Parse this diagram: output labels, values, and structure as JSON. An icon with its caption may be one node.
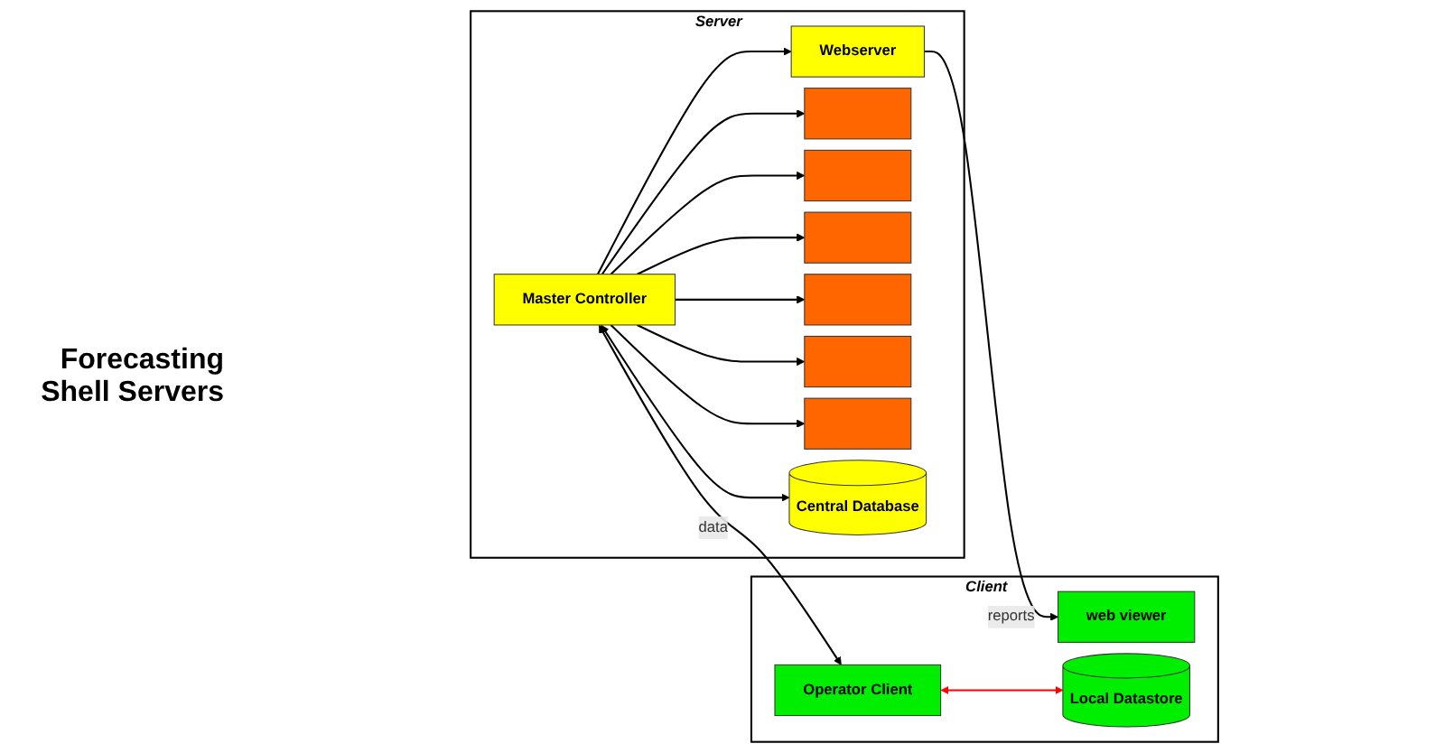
{
  "diagram": {
    "nodes": [
      {
        "text": [
          "Server"
        ]
      },
      {
        "text": [
          "Webserver"
        ],
        "in": 0
      },
      {
        "text": [
          "Master Controller"
        ],
        "in": 0
      },
      {
        "text": [],
        "shape": "bar",
        "in": 0
      },
      {
        "text": [],
        "shape": "bar",
        "in": 0
      },
      {
        "text": [],
        "shape": "bar",
        "in": 0
      },
      {
        "text": [],
        "shape": "bar",
        "in": 0
      },
      {
        "text": [],
        "shape": "bar",
        "in": 0
      },
      {
        "text": [],
        "shape": "bar",
        "in": 0
      },
      {
        "text": [
          "Central Database"
        ],
        "in": 0
      },
      {
        "text": [
          "Client"
        ]
      },
      {
        "text": [
          "web viewer"
        ],
        "in": 10
      },
      {
        "text": [
          "Operator Client"
        ],
        "in": 10
      },
      {
        "text": [
          "Local Datastore"
        ],
        "in": 10
      }
    ],
    "edges": [
      {
        "from": 2,
        "to": 1,
        "arrow": "to"
      },
      {
        "from": 2,
        "to": 3,
        "arrow": "to"
      },
      {
        "from": 2,
        "to": 4,
        "arrow": "to"
      },
      {
        "from": 2,
        "to": 5,
        "arrow": "to"
      },
      {
        "from": 2,
        "to": 6,
        "arrow": "to"
      },
      {
        "from": 2,
        "to": 7,
        "arrow": "to"
      },
      {
        "from": 2,
        "to": 8,
        "arrow": "to"
      },
      {
        "from": 2,
        "to": 9,
        "arrow": "both"
      },
      {
        "from": 1,
        "to": 11,
        "arrow": "to",
        "label": "reports"
      },
      {
        "from": 2,
        "to": 12,
        "arrow": "both",
        "label": "data"
      },
      {
        "from": 12,
        "to": 13,
        "arrow": "both",
        "color": "#ff0000"
      }
    ],
    "labels": [
      "Forecasting Shell Servers"
    ]
  }
}
